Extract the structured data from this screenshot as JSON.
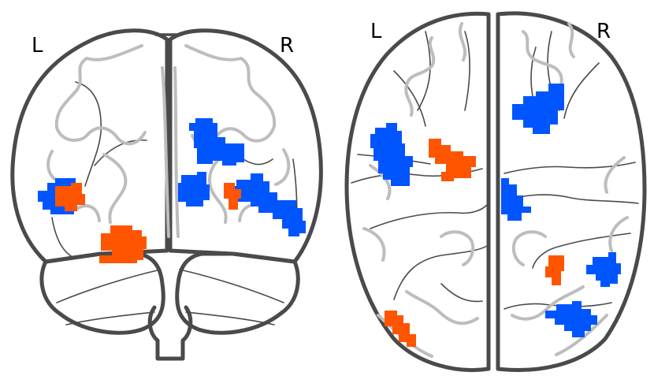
{
  "views": [
    {
      "name": "coronal",
      "left_label": "L",
      "right_label": "R",
      "blobs": [
        {
          "color": "blue",
          "region": "left-lateral"
        },
        {
          "color": "orange",
          "region": "left-lateral"
        },
        {
          "color": "orange",
          "region": "left-inferior-medial"
        },
        {
          "color": "blue",
          "region": "right-superior"
        },
        {
          "color": "blue",
          "region": "right-medial"
        },
        {
          "color": "orange",
          "region": "right-medial"
        },
        {
          "color": "blue",
          "region": "right-lateral"
        }
      ]
    },
    {
      "name": "axial",
      "left_label": "L",
      "right_label": "R",
      "blobs": [
        {
          "color": "blue",
          "region": "left-anterior-lateral"
        },
        {
          "color": "orange",
          "region": "left-anterior-medial"
        },
        {
          "color": "orange",
          "region": "left-posterior"
        },
        {
          "color": "blue",
          "region": "right-anterior"
        },
        {
          "color": "blue",
          "region": "right-medial"
        },
        {
          "color": "orange",
          "region": "right-posterior-medial"
        },
        {
          "color": "blue",
          "region": "right-posterior-lateral"
        },
        {
          "color": "blue",
          "region": "right-posterior"
        }
      ]
    }
  ],
  "colors": {
    "positive": "#ff5500",
    "negative": "#0055ff",
    "outline": "#4a4a4a",
    "sulci": "#bdbdbd"
  }
}
